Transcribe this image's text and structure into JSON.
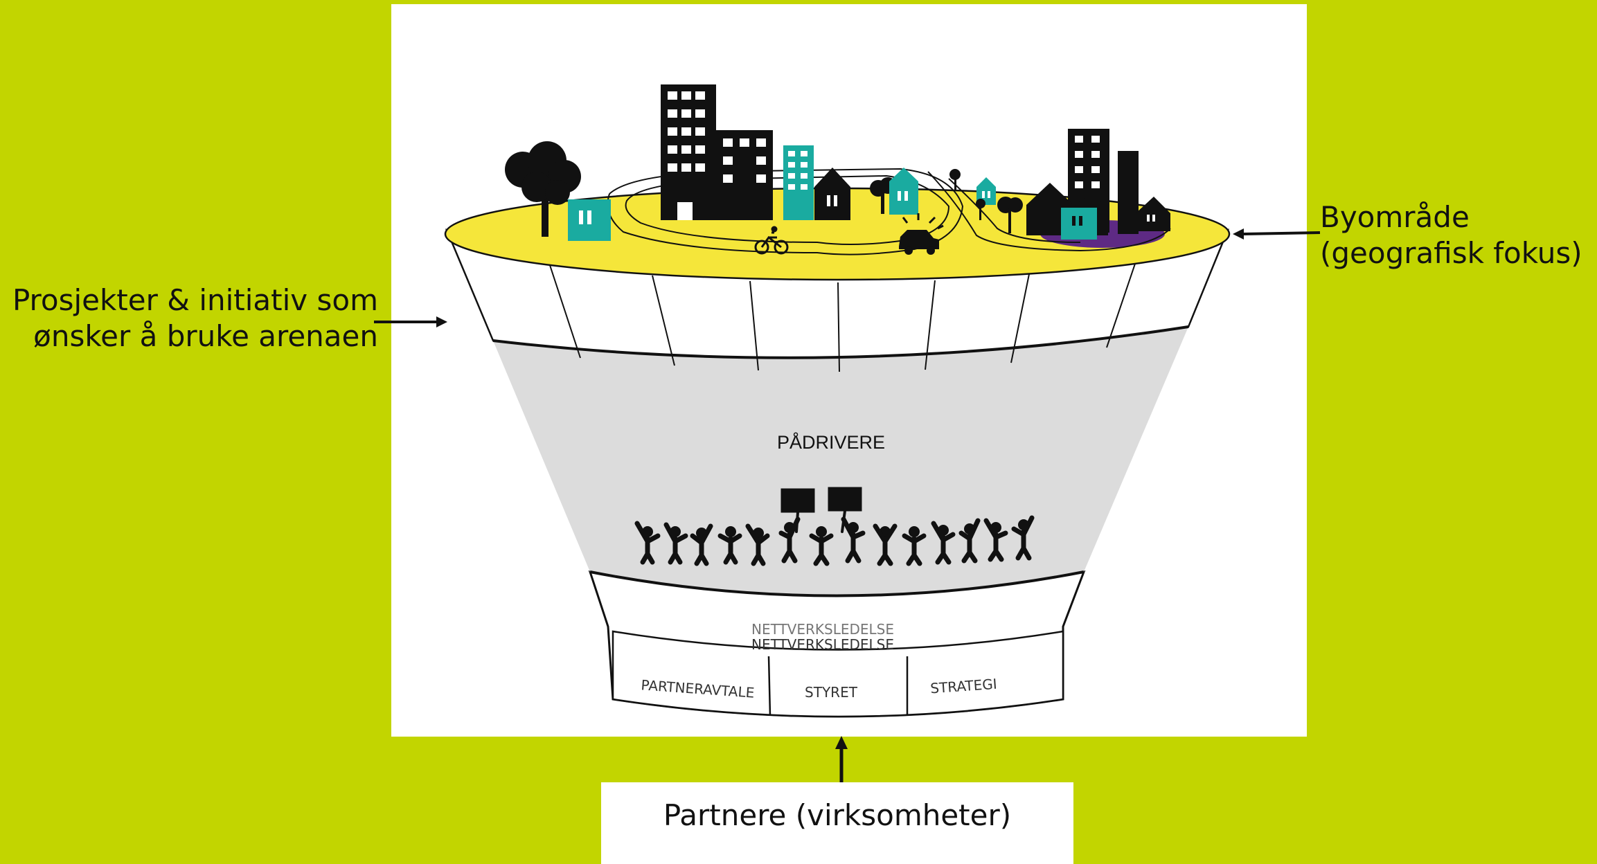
{
  "labels": {
    "left": [
      "Prosjekter & initiativ som",
      "ønsker å bruke arenaen"
    ],
    "right": [
      "Byområde",
      "(geografisk fokus)"
    ],
    "bottom": "Partnere (virksomheter)"
  },
  "diagram": {
    "middle_title": "PÅDRIVERE",
    "network_faded": "NETTVERKSLEDELSE",
    "network": "NETTVERKSLEDELSE",
    "base_sections": [
      "PARTNERAVTALE",
      "STYRET",
      "STRATEGI"
    ]
  },
  "colors": {
    "background": "#c2d500",
    "top_surface": "#f5e63a",
    "middle_band": "#dcdcdc",
    "accent_teal": "#1aaba0",
    "accent_purple": "#5e2a84",
    "ink": "#111111"
  }
}
